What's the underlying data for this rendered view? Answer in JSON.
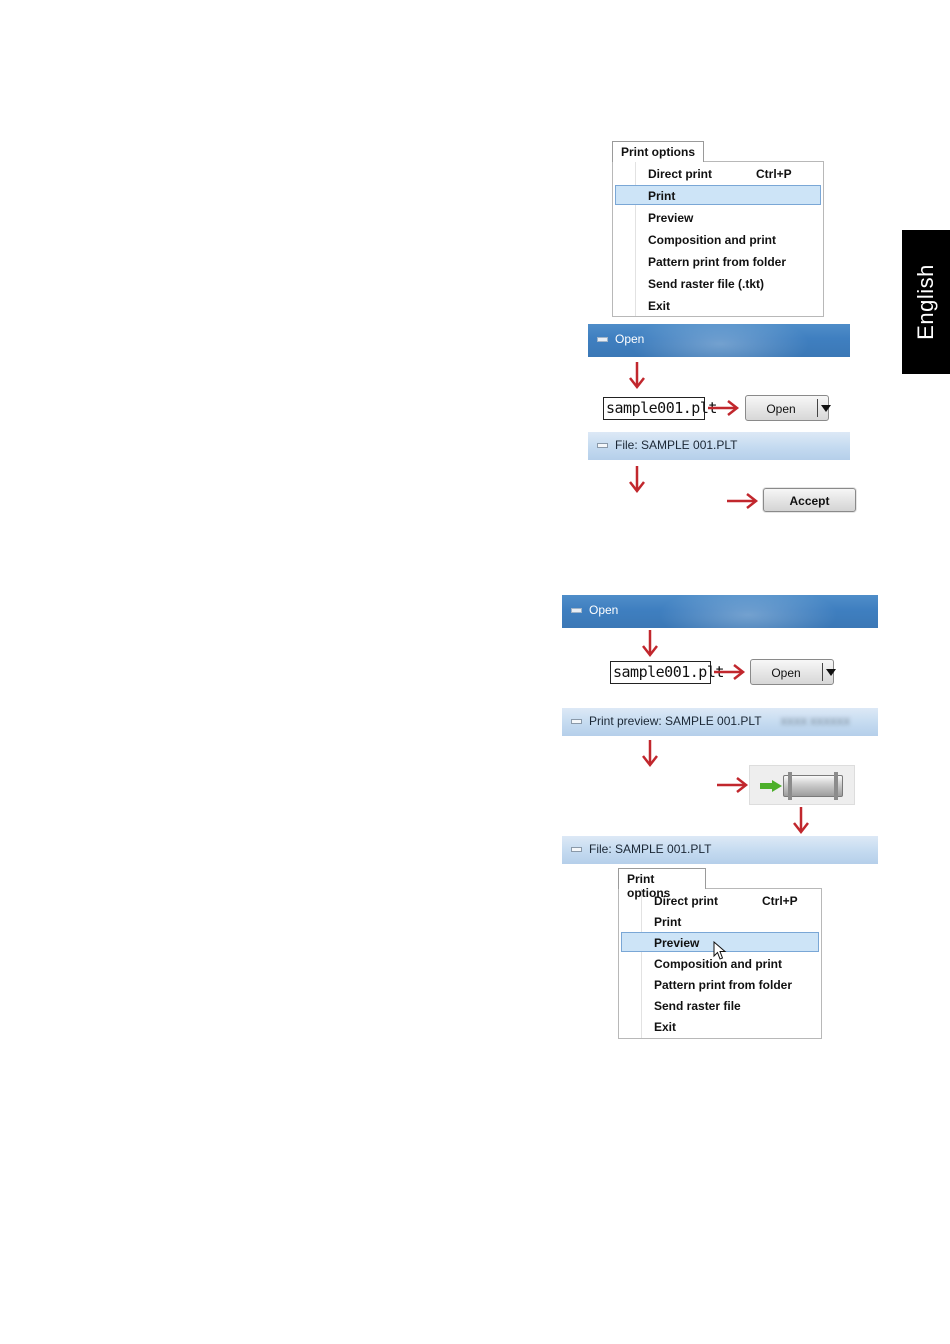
{
  "sidebar": {
    "language": "English"
  },
  "section1": {
    "menu": {
      "tab": "Print options",
      "items": [
        {
          "label": "Direct print",
          "shortcut": "Ctrl+P",
          "selected": false
        },
        {
          "label": "Print",
          "shortcut": "",
          "selected": true
        },
        {
          "label": "Preview",
          "shortcut": "",
          "selected": false
        },
        {
          "label": "Composition and print",
          "shortcut": "",
          "selected": false
        },
        {
          "label": "Pattern print from folder",
          "shortcut": "",
          "selected": false
        },
        {
          "label": "Send raster file (.tkt)",
          "shortcut": "",
          "selected": false
        },
        {
          "label": "Exit",
          "shortcut": "",
          "selected": false
        }
      ]
    },
    "open_title": "Open",
    "filename": "sample001.plt",
    "open_button": "Open",
    "file_title": "File: SAMPLE 001.PLT",
    "accept_button": "Accept"
  },
  "section2": {
    "open_title": "Open",
    "filename": "sample001.plt",
    "open_button": "Open",
    "preview_title": "Print preview: SAMPLE 001.PLT",
    "preview_title_blur": "XXXX XXXXXX",
    "file_title": "File: SAMPLE 001.PLT",
    "menu": {
      "tab": "Print options",
      "items": [
        {
          "label": "Direct print",
          "shortcut": "Ctrl+P",
          "selected": false
        },
        {
          "label": "Print",
          "shortcut": "",
          "selected": false
        },
        {
          "label": "Preview",
          "shortcut": "",
          "selected": true
        },
        {
          "label": "Composition and print",
          "shortcut": "",
          "selected": false
        },
        {
          "label": "Pattern print from folder",
          "shortcut": "",
          "selected": false
        },
        {
          "label": "Send raster file",
          "shortcut": "",
          "selected": false
        },
        {
          "label": "Exit",
          "shortcut": "",
          "selected": false
        }
      ]
    }
  },
  "colors": {
    "arrow": "#c1272d",
    "titlebar_dark": "#3f7fc0",
    "titlebar_light": "#c4daf0",
    "menu_highlight": "#cde4f7",
    "side_tab": "#000000",
    "go_arrow": "#4caf2a"
  },
  "icons": [
    "window-menu-icon",
    "dropdown-arrow-icon",
    "plotter-print-icon",
    "pointer-cursor-icon",
    "red-arrow-icon"
  ]
}
